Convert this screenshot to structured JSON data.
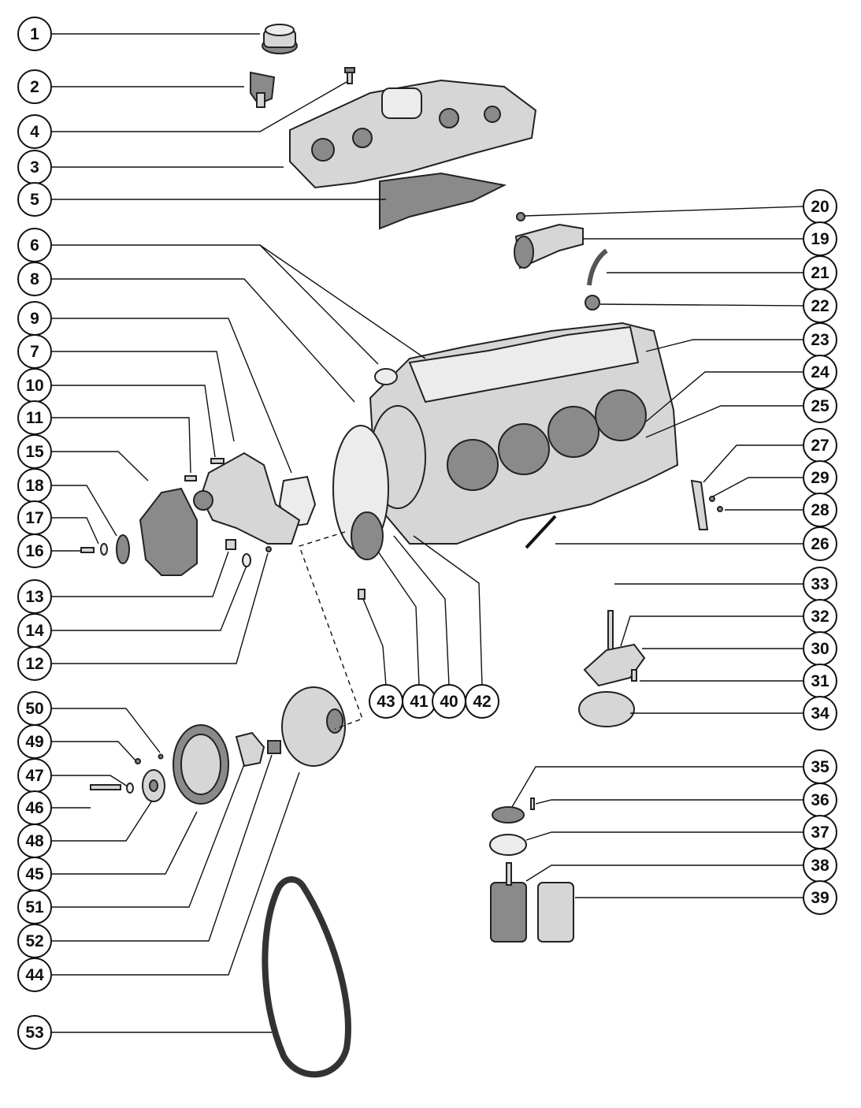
{
  "diagram": {
    "callouts": {
      "c1": "1",
      "c2": "2",
      "c3": "3",
      "c4": "4",
      "c5": "5",
      "c6": "6",
      "c7": "7",
      "c8": "8",
      "c9": "9",
      "c10": "10",
      "c11": "11",
      "c12": "12",
      "c13": "13",
      "c14": "14",
      "c15": "15",
      "c16": "16",
      "c17": "17",
      "c18": "18",
      "c19": "19",
      "c20": "20",
      "c21": "21",
      "c22": "22",
      "c23": "23",
      "c24": "24",
      "c25": "25",
      "c26": "26",
      "c27": "27",
      "c28": "28",
      "c29": "29",
      "c30": "30",
      "c31": "31",
      "c32": "32",
      "c33": "33",
      "c34": "34",
      "c35": "35",
      "c36": "36",
      "c37": "37",
      "c38": "38",
      "c39": "39",
      "c40": "40",
      "c41": "41",
      "c42": "42",
      "c43": "43",
      "c44": "44",
      "c45": "45",
      "c46": "46",
      "c47": "47",
      "c48": "48",
      "c49": "49",
      "c50": "50",
      "c51": "51",
      "c52": "52",
      "c53": "53"
    }
  }
}
